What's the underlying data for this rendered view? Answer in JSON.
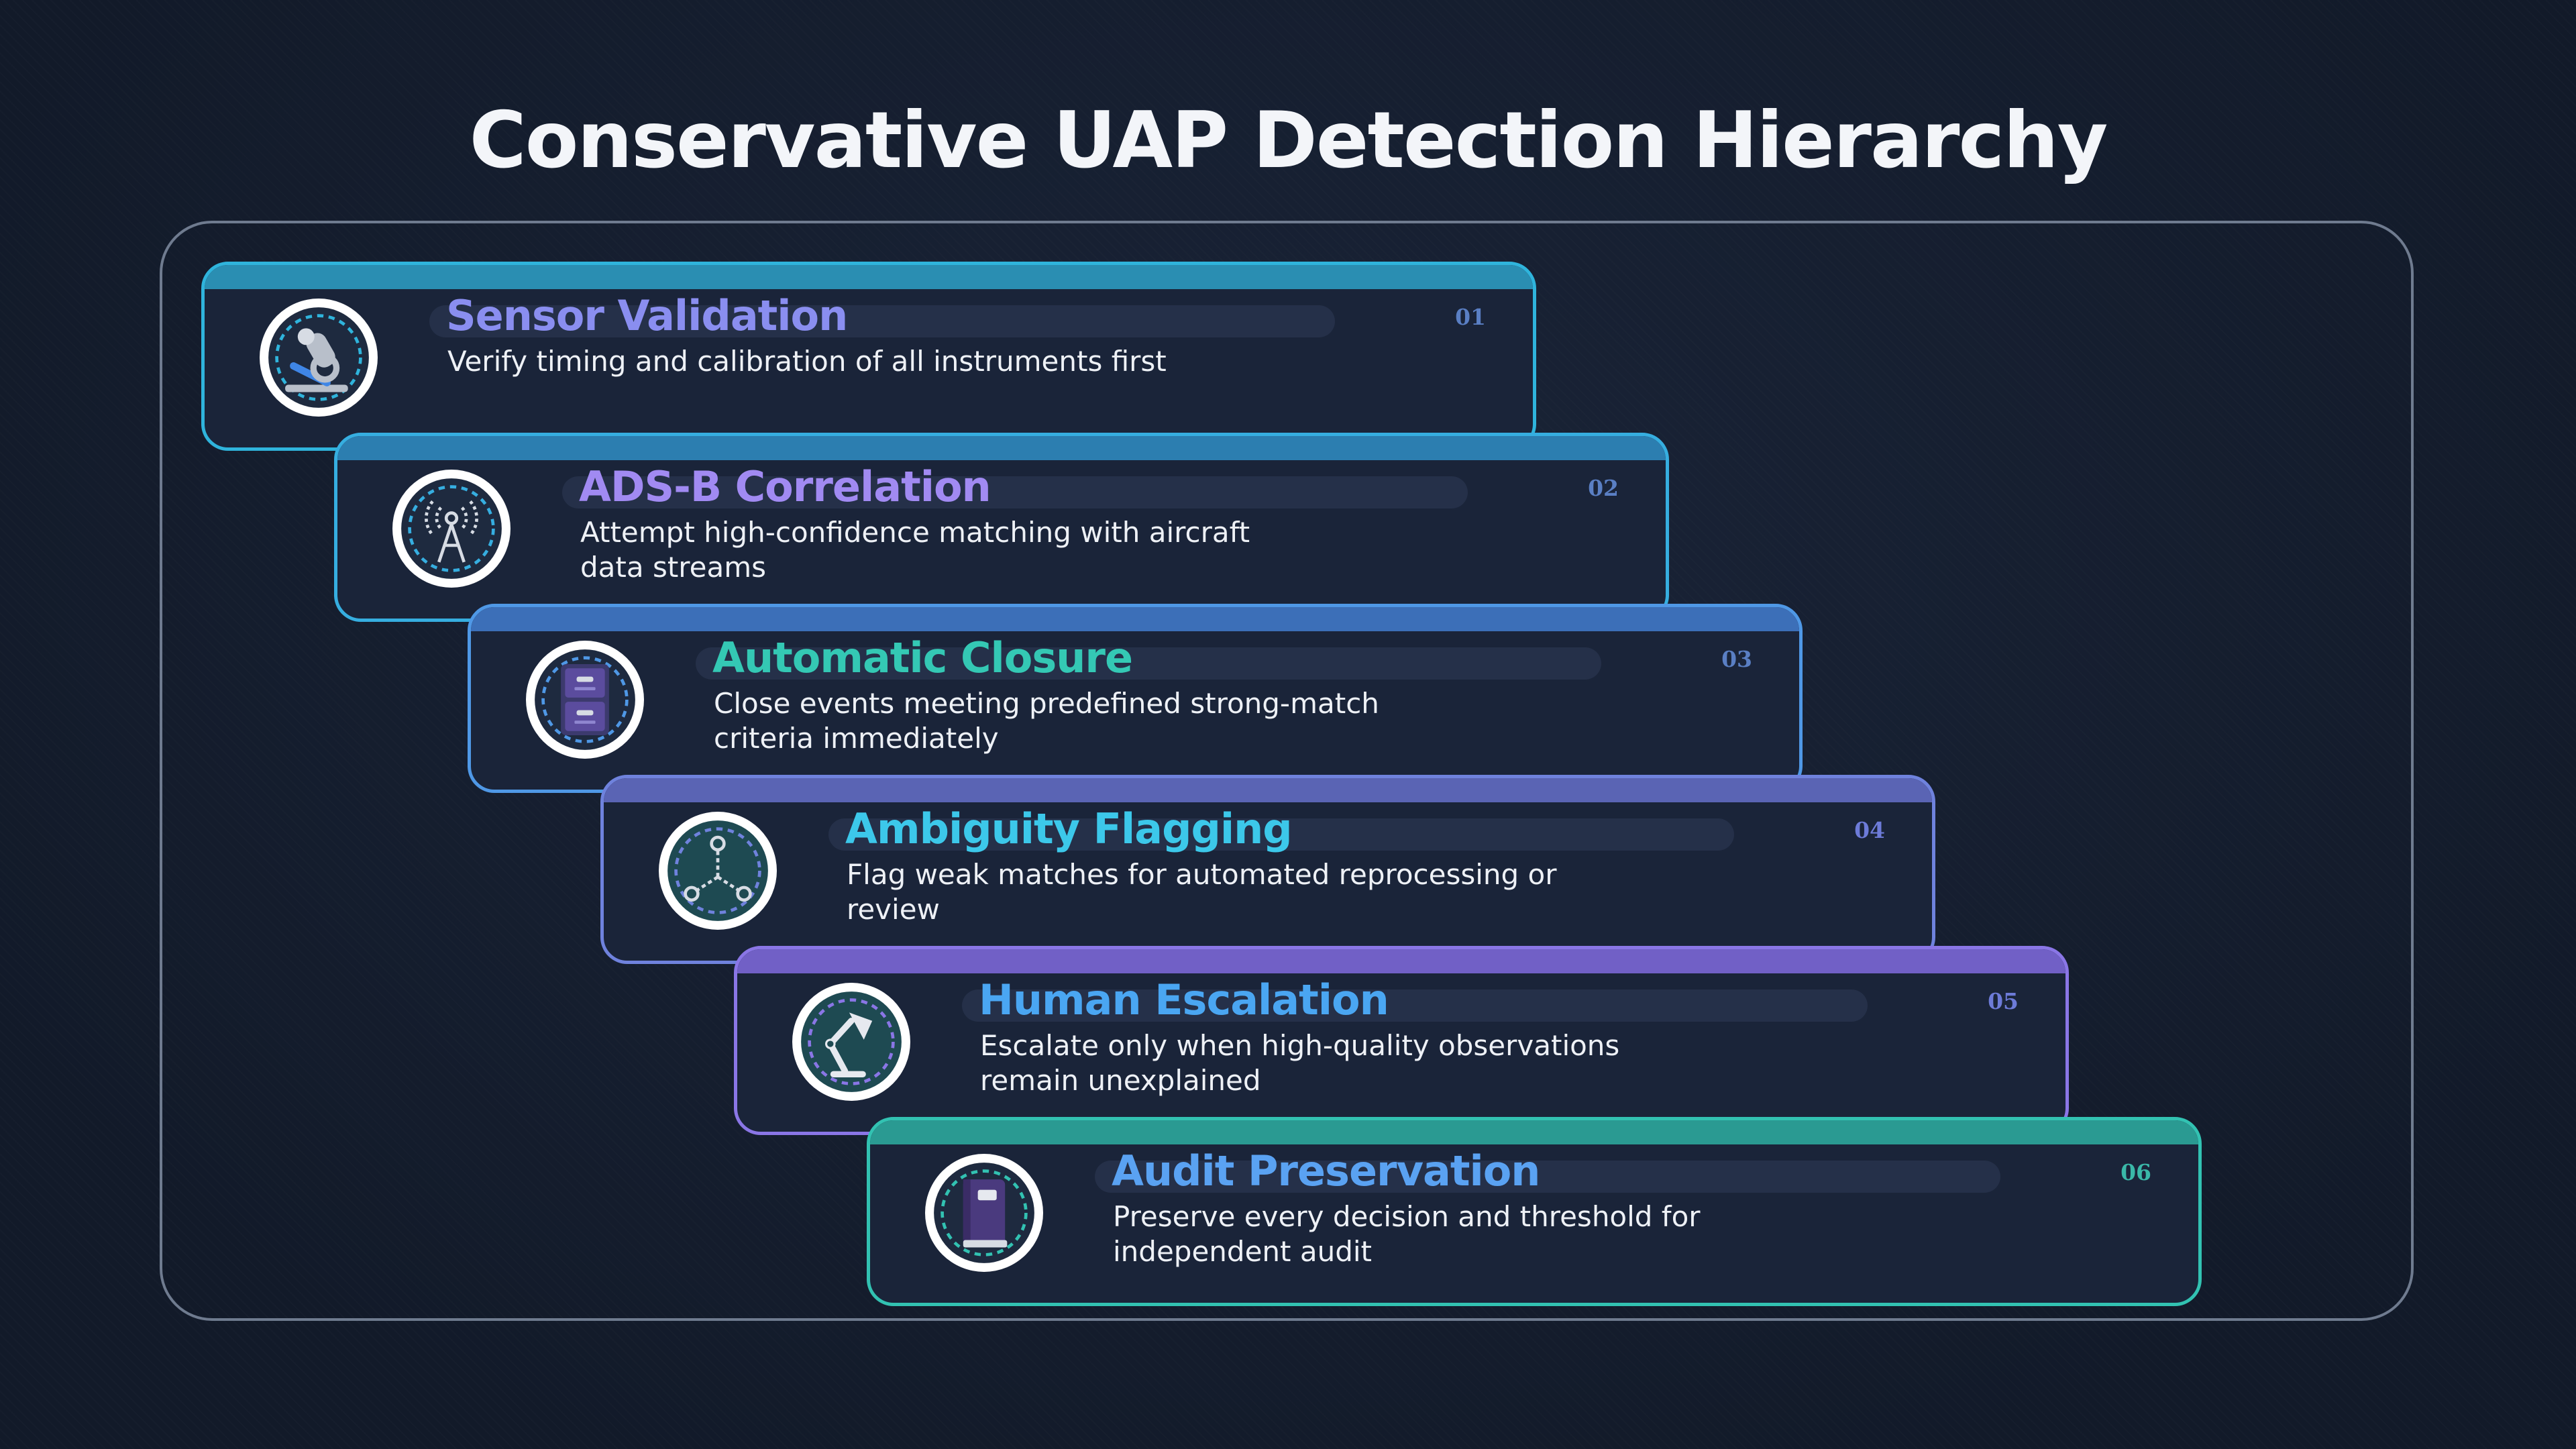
{
  "title": "Conservative UAP Detection Hierarchy",
  "steps": [
    {
      "number": "01",
      "title": "Sensor Validation",
      "description": "Verify timing and calibration of all instruments first",
      "icon": "microscope-icon",
      "border_color": "#2fb4dc",
      "bar_color": "#2a8eb2",
      "title_color": "#8a8ef0",
      "number_color": "#5a7fc4"
    },
    {
      "number": "02",
      "title": "ADS-B Correlation",
      "description": "Attempt high-confidence matching with aircraft data streams",
      "icon": "radio-tower-icon",
      "border_color": "#36aee0",
      "bar_color": "#2c7eb0",
      "title_color": "#a18af2",
      "number_color": "#5a7fc4"
    },
    {
      "number": "03",
      "title": "Automatic Closure",
      "description": "Close events meeting predefined strong-match criteria immediately",
      "icon": "file-cabinet-icon",
      "border_color": "#4f98e6",
      "bar_color": "#3c6fb8",
      "title_color": "#34c8b4",
      "number_color": "#5a7fc4"
    },
    {
      "number": "04",
      "title": "Ambiguity Flagging",
      "description": "Flag weak matches for automated reprocessing or review",
      "icon": "network-nodes-icon",
      "border_color": "#6f82dd",
      "bar_color": "#5a64b4",
      "title_color": "#3cc8ea",
      "number_color": "#6d7bd8"
    },
    {
      "number": "05",
      "title": "Human Escalation",
      "description": "Escalate only when high-quality observations remain unexplained",
      "icon": "desk-lamp-icon",
      "border_color": "#8a76e6",
      "bar_color": "#7160c6",
      "title_color": "#4aa6f2",
      "number_color": "#6d7bd8"
    },
    {
      "number": "06",
      "title": "Audit Preservation",
      "description": "Preserve every decision and threshold for independent audit",
      "icon": "book-icon",
      "border_color": "#32c2b2",
      "bar_color": "#2a9a92",
      "title_color": "#5aa2f2",
      "number_color": "#3ab8a8"
    }
  ]
}
